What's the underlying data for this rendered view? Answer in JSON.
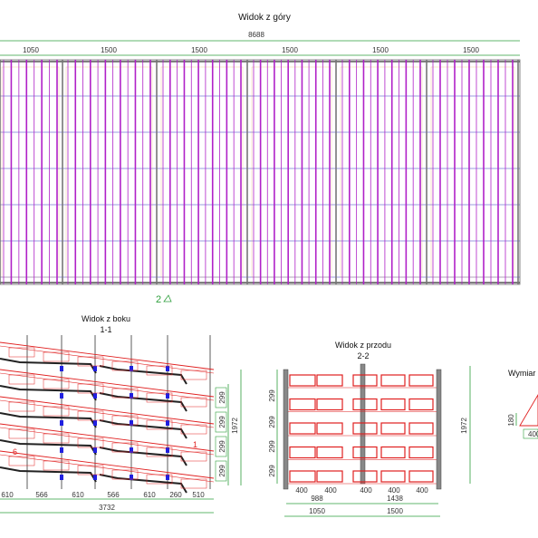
{
  "top_view": {
    "title": "Widok z góry",
    "total": "8688",
    "segments": [
      "1050",
      "1500",
      "1500",
      "1500",
      "1500",
      "1500"
    ],
    "section_label": "2"
  },
  "side_view": {
    "title": "Widok z boku",
    "subtitle": "1-1",
    "bottom_dims": [
      "610",
      "566",
      "610",
      "566",
      "610",
      "260",
      "510"
    ],
    "total": "3732",
    "heights": [
      "299",
      "299",
      "299",
      "299"
    ],
    "height_total": "1972",
    "callouts": [
      "6",
      "1"
    ]
  },
  "front_view": {
    "title": "Widok z przodu",
    "subtitle": "2-2",
    "left_heights": [
      "299",
      "299",
      "299",
      "299"
    ],
    "right_total": "1972",
    "small_dims_left": [
      "400",
      "400"
    ],
    "small_dims_right": [
      "400",
      "400",
      "400"
    ],
    "inner_widths": [
      "988",
      "1438"
    ],
    "outer_widths": [
      "1050",
      "1500"
    ]
  },
  "dimension_view": {
    "title": "Wymiar",
    "height": "180",
    "width": "400"
  },
  "colors": {
    "rack_purple": "#b021c8",
    "frame_blue": "#4040c8",
    "beam_red": "#e02020",
    "dim_green": "#2e9f3c",
    "beam_dark": "#222222",
    "upright_grey": "#777777"
  }
}
